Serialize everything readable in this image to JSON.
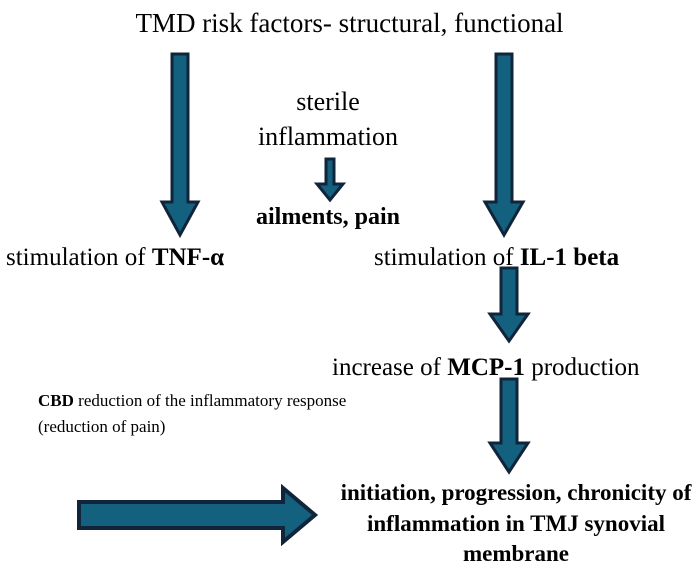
{
  "diagram": {
    "title": "TMD risk factors- structural, functional",
    "nodes": {
      "sterile_inflammation": "sterile inflammation",
      "ailments_pain": "ailments, pain",
      "tnf": {
        "prefix": "stimulation of ",
        "emphasis": "TNF-α"
      },
      "il1": {
        "prefix": "stimulation of ",
        "emphasis": "IL-1 beta"
      },
      "mcp": {
        "prefix": "increase of ",
        "emphasis": "MCP-1",
        "suffix": " production"
      },
      "cbd": {
        "emphasis": "CBD",
        "text": " reduction of the inflammatory response (reduction of pain)"
      },
      "outcome": "initiation, progression, chronicity of inflammation in TMJ synovial membrane"
    },
    "arrows": [
      {
        "name": "arrow-left-main",
        "direction": "down",
        "from": "TMD risk factors- structural, functional",
        "to": "stimulation of TNF-α"
      },
      {
        "name": "arrow-right-main",
        "direction": "down",
        "from": "TMD risk factors- structural, functional",
        "to": "stimulation of IL-1 beta"
      },
      {
        "name": "arrow-small-mid",
        "direction": "down",
        "from": "sterile inflammation",
        "to": "ailments, pain"
      },
      {
        "name": "arrow-il1-down",
        "direction": "down",
        "from": "stimulation of IL-1 beta",
        "to": "increase of MCP-1 production"
      },
      {
        "name": "arrow-mcp-down",
        "direction": "down",
        "from": "increase of MCP-1 production",
        "to": "initiation, progression, chronicity of inflammation in TMJ synovial membrane"
      },
      {
        "name": "arrow-cbd-right",
        "direction": "right",
        "from": "CBD reduction of the inflammatory response (reduction of pain)",
        "to": "initiation, progression, chronicity of inflammation in TMJ synovial membrane"
      }
    ],
    "colors": {
      "arrow_fill": "#14607f",
      "arrow_stroke": "#10243a",
      "text": "#000000",
      "background": "#ffffff"
    }
  }
}
